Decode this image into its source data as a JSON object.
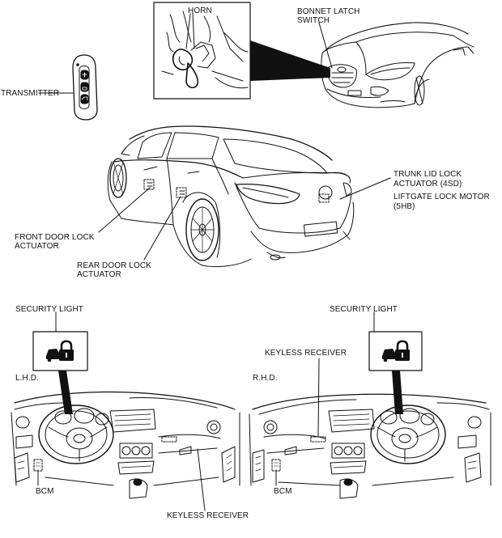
{
  "labels": {
    "horn": "HORN",
    "bonnet_latch_switch_l1": "BONNET LATCH",
    "bonnet_latch_switch_l2": "SWITCH",
    "transmitter": "TRANSMITTER",
    "trunk_lid_l1": "TRUNK LID LOCK",
    "trunk_lid_l2": "ACTUATOR (4SD)",
    "liftgate_l1": "LIFTGATE LOCK MOTOR",
    "liftgate_l2": "(5HB)",
    "front_door_l1": "FRONT DOOR LOCK",
    "front_door_l2": "ACTUATOR",
    "rear_door_l1": "REAR DOOR LOCK",
    "rear_door_l2": "ACTUATOR",
    "security_light_left": "SECURITY LIGHT",
    "security_light_right": "SECURITY LIGHT",
    "lhd": "L.H.D.",
    "rhd": "R.H.D.",
    "keyless_receiver_top": "KEYLESS RECEIVER",
    "keyless_receiver_bottom": "KEYLESS RECEIVER",
    "bcm_left": "BCM",
    "bcm_right": "BCM"
  },
  "colors": {
    "line": "#111111",
    "background": "#ffffff"
  },
  "icons": [
    "transmitter-key-fob",
    "security-light-lock-car-icon"
  ]
}
